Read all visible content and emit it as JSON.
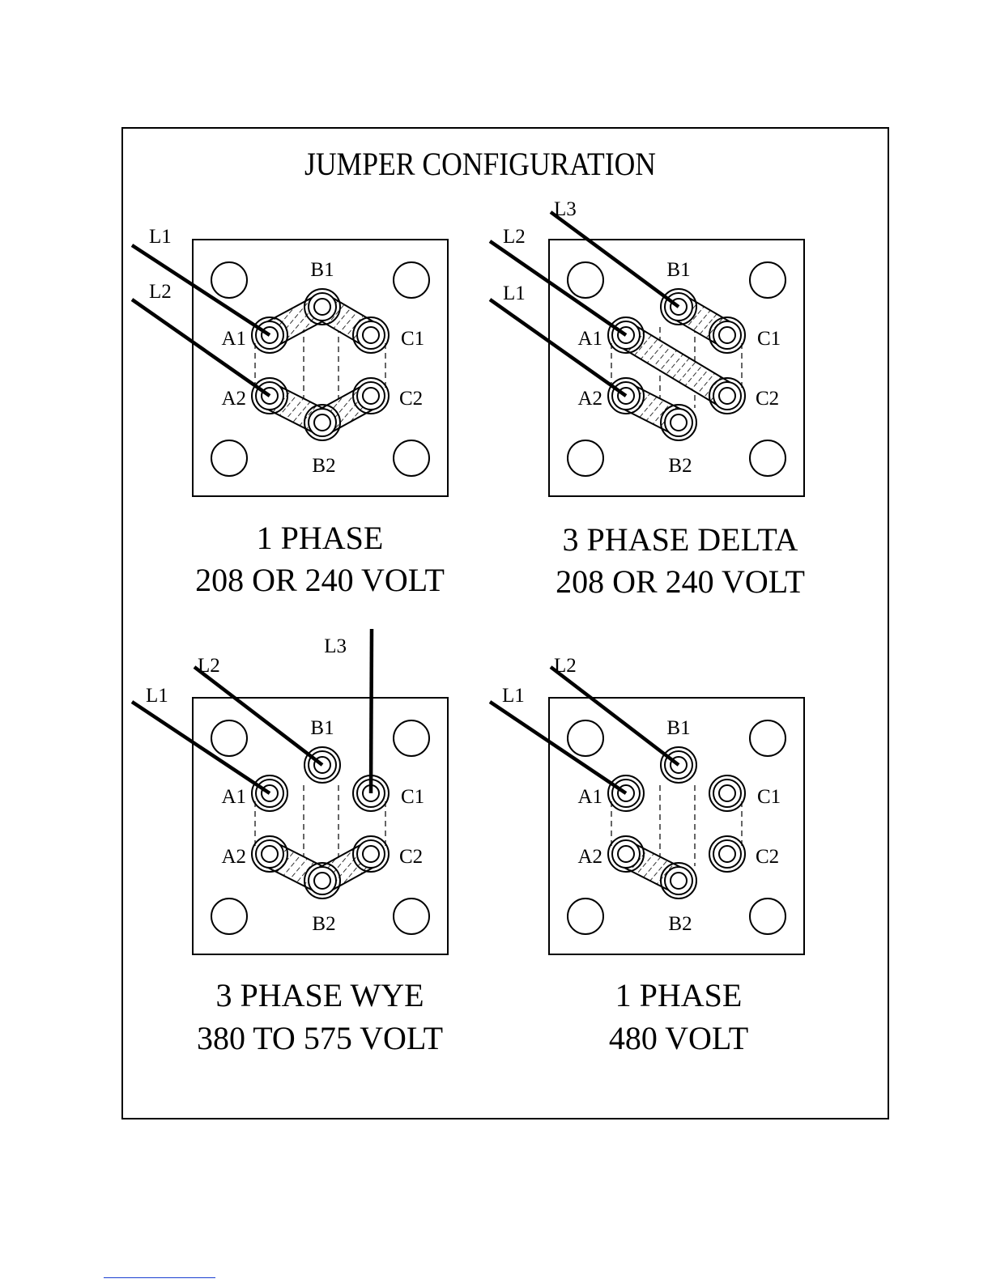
{
  "title": "JUMPER CONFIGURATION",
  "terminal_labels": {
    "A1": "A1",
    "A2": "A2",
    "B1": "B1",
    "B2": "B2",
    "C1": "C1",
    "C2": "C2"
  },
  "panels": [
    {
      "id": "1-phase-low",
      "caption_line1": "1 PHASE",
      "caption_line2": "208 OR 240 VOLT",
      "leads": [
        {
          "label": "L1",
          "terminal": "A1"
        },
        {
          "label": "L2",
          "terminal": "A2"
        }
      ],
      "jumpers": [
        [
          "A1",
          "B1"
        ],
        [
          "B1",
          "C1"
        ],
        [
          "A2",
          "B2"
        ],
        [
          "B2",
          "C2"
        ]
      ]
    },
    {
      "id": "3-phase-delta",
      "caption_line1": "3 PHASE DELTA",
      "caption_line2": "208 OR 240 VOLT",
      "leads": [
        {
          "label": "L3",
          "terminal": "B1"
        },
        {
          "label": "L2",
          "terminal": "A1"
        },
        {
          "label": "L1",
          "terminal": "A2"
        }
      ],
      "jumpers": [
        [
          "B1",
          "C1"
        ],
        [
          "A1",
          "C2"
        ],
        [
          "A2",
          "B2"
        ]
      ]
    },
    {
      "id": "3-phase-wye",
      "caption_line1": "3 PHASE WYE",
      "caption_line2": "380 TO 575 VOLT",
      "leads": [
        {
          "label": "L2",
          "terminal": "B1"
        },
        {
          "label": "L1",
          "terminal": "A1"
        },
        {
          "label": "L3",
          "terminal": "C1"
        }
      ],
      "jumpers": [
        [
          "A2",
          "B2"
        ],
        [
          "B2",
          "C2"
        ]
      ]
    },
    {
      "id": "1-phase-high",
      "caption_line1": "1 PHASE",
      "caption_line2": "480  VOLT",
      "leads": [
        {
          "label": "L2",
          "terminal": "B1"
        },
        {
          "label": "L1",
          "terminal": "A1"
        }
      ],
      "jumpers": [
        [
          "A2",
          "B2"
        ]
      ]
    }
  ]
}
